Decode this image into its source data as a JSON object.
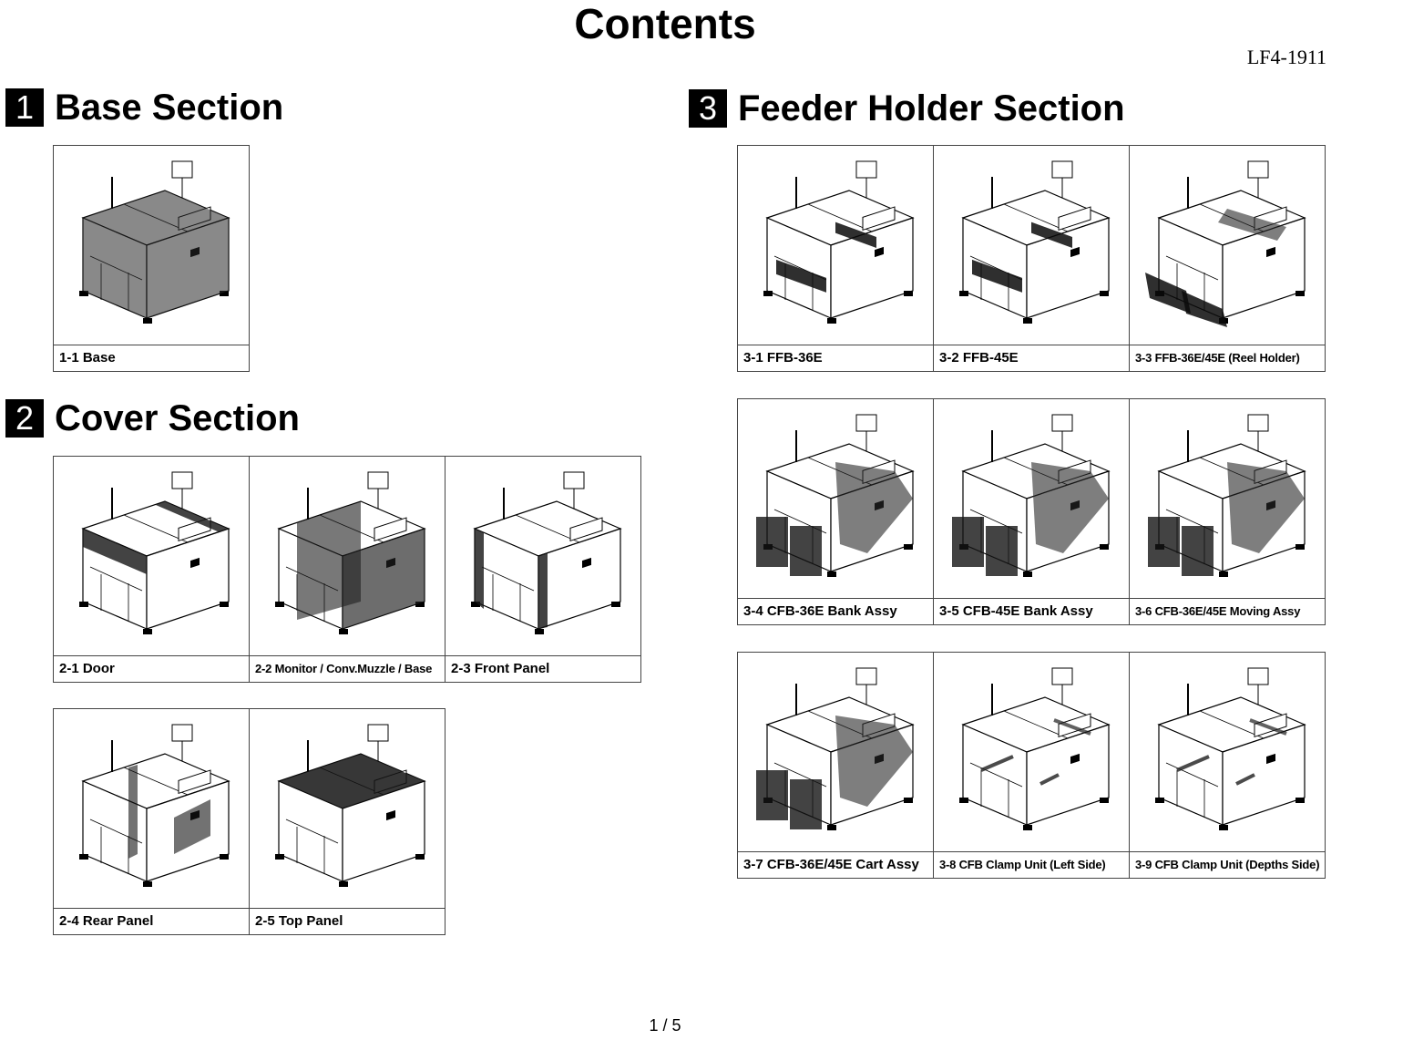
{
  "title": "Contents",
  "doc_number": "LF4-1911",
  "page_number": "1 / 5",
  "sections": [
    {
      "num": "1",
      "title": "Base Section",
      "groups": [
        [
          {
            "caption": "1-1 Base",
            "highlight": "base"
          }
        ]
      ]
    },
    {
      "num": "2",
      "title": "Cover Section",
      "groups": [
        [
          {
            "caption": "2-1 Door",
            "highlight": "door"
          },
          {
            "caption": "2-2 Monitor / Conv.Muzzle / Base",
            "highlight": "monitor"
          },
          {
            "caption": "2-3 Front Panel",
            "highlight": "front"
          }
        ],
        [
          {
            "caption": "2-4 Rear Panel",
            "highlight": "rear"
          },
          {
            "caption": "2-5 Top Panel",
            "highlight": "top"
          }
        ]
      ]
    },
    {
      "num": "3",
      "title": "Feeder Holder Section",
      "groups": [
        [
          {
            "caption": "3-1 FFB-36E",
            "highlight": "feeder"
          },
          {
            "caption": "3-2 FFB-45E",
            "highlight": "feeder"
          },
          {
            "caption": "3-3 FFB-36E/45E (Reel Holder)",
            "highlight": "reel"
          }
        ],
        [
          {
            "caption": "3-4 CFB-36E Bank Assy",
            "highlight": "cart"
          },
          {
            "caption": "3-5 CFB-45E Bank Assy",
            "highlight": "cart"
          },
          {
            "caption": "3-6 CFB-36E/45E Moving Assy",
            "highlight": "cart"
          }
        ],
        [
          {
            "caption": "3-7 CFB-36E/45E Cart Assy",
            "highlight": "cart"
          },
          {
            "caption": "3-8 CFB Clamp Unit (Left Side)",
            "highlight": "clamp"
          },
          {
            "caption": "3-9 CFB Clamp Unit (Depths Side)",
            "highlight": "clamp"
          }
        ]
      ]
    }
  ]
}
